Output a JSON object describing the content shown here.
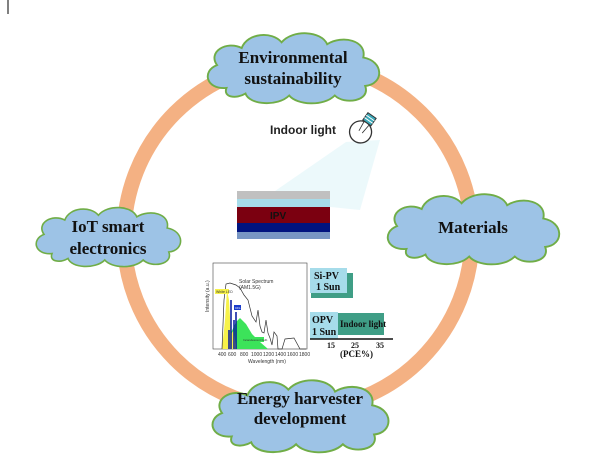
{
  "clouds": {
    "top": [
      "Environmental",
      "sustainability"
    ],
    "left": [
      "IoT smart",
      "electronics"
    ],
    "right": [
      "Materials"
    ],
    "bottom": [
      "Energy harvester",
      "development"
    ]
  },
  "light_label": "Indoor light",
  "device_label": "IPV",
  "spectrum": {
    "xlabel": "Wavelength (nm)",
    "ylabel": "Intensity (a.u.)",
    "x_ticks": [
      "400",
      "600",
      "800",
      "1000",
      "1200",
      "1400",
      "1600",
      "1800"
    ],
    "solar_label": [
      "Solar Spectrum",
      "(AM1.5G)"
    ],
    "led_label": "White LED",
    "cfl_label": "CFL",
    "bulb_label": "Incandescent bulb"
  },
  "pce_chart": {
    "si_pv": [
      "Si-PV",
      "1 Sun"
    ],
    "opv": [
      "OPV",
      "1 Sun"
    ],
    "indoor": "Indoor light",
    "ticks": [
      "15",
      "25",
      "35"
    ],
    "xlabel": "(PCE%)"
  },
  "colors": {
    "ring": "#f4b183",
    "cloud": "#9dc3e6",
    "cloud_edge": "#70ad47"
  }
}
